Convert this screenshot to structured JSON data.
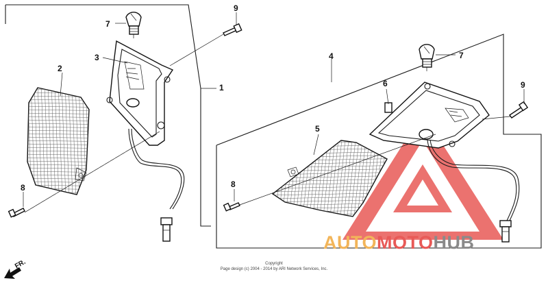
{
  "callouts": {
    "c1": "1",
    "c2": "2",
    "c3": "3",
    "c4": "4",
    "c5": "5",
    "c6": "6",
    "c7_left": "7",
    "c7_right": "7",
    "c8_left": "8",
    "c8_right": "8",
    "c9_left": "9",
    "c9_right": "9"
  },
  "watermark": {
    "auto": "AUTO",
    "moto": "MOTO",
    "hub": "HUB",
    "color_orange": "#f2b55a",
    "color_red": "#e85a57",
    "color_gray": "#8a8a8a"
  },
  "footer": {
    "copyright": "Copyright",
    "credit": "Page design (c) 2004 - 2014 by ARI Network Services, Inc."
  },
  "direction": {
    "label": "FR."
  }
}
